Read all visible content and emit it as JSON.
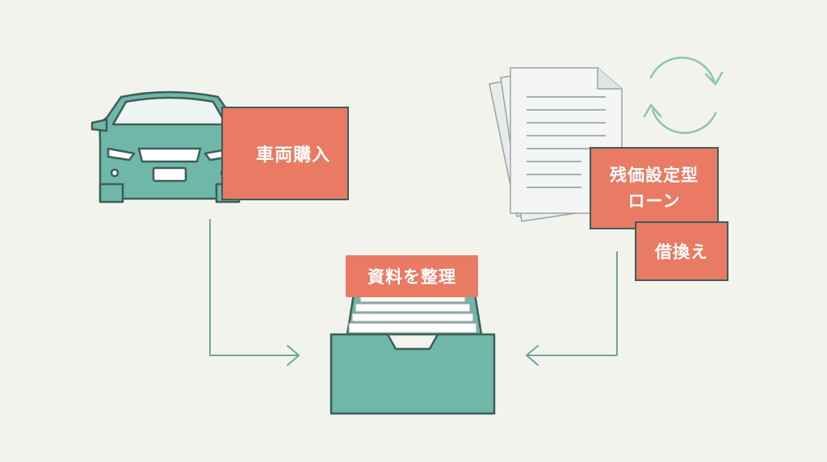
{
  "labels": {
    "car_purchase": "車両購入",
    "residual_loan_line1": "残価設定型",
    "residual_loan_line2": "ローン",
    "refinance": "借換え",
    "organize_documents": "資料を整理"
  },
  "icons": {
    "car": "car-icon",
    "documents": "document-stack-icon",
    "cycle": "refresh-cycle-icon",
    "file_box": "file-box-icon"
  },
  "colors": {
    "background": "#f3f3ee",
    "teal": "#6fb7a8",
    "outline": "#3b5f58",
    "accent": "#e97a64",
    "paper": "#eceeee",
    "arrow": "#6aa69b"
  }
}
